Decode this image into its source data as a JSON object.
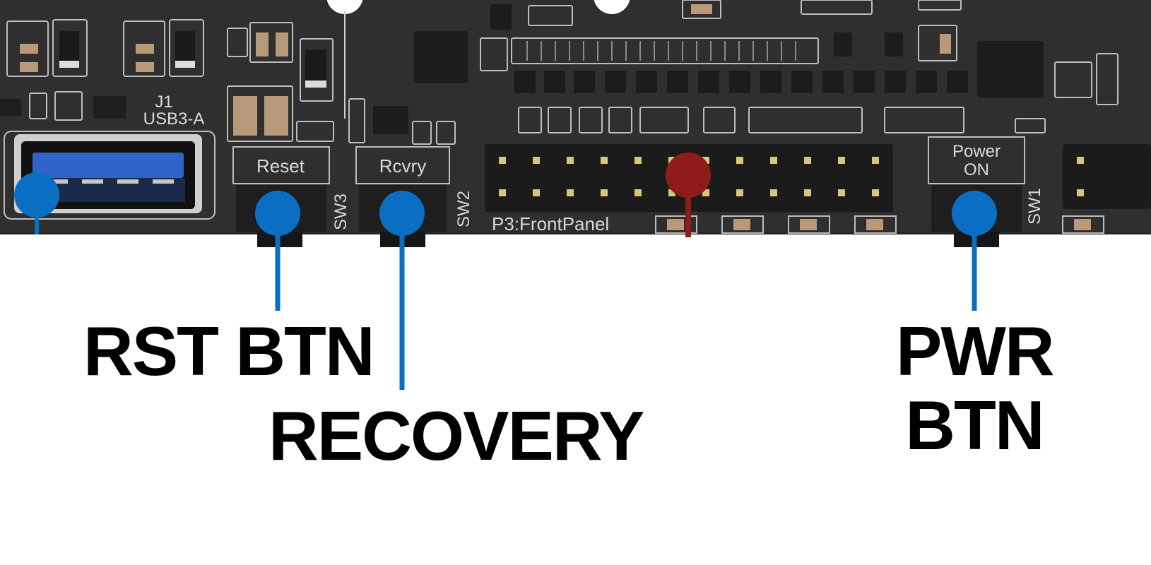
{
  "board": {
    "usb_ref": "J1",
    "usb_type": "USB3-A",
    "reset_label": "Reset",
    "recovery_label": "Rcvry",
    "power_label_1": "Power",
    "power_label_2": "ON",
    "sw3": "SW3",
    "sw2": "SW2",
    "sw1": "SW1",
    "header_label": "P3:FrontPanel"
  },
  "callouts": {
    "reset": "RST BTN",
    "recovery": "RECOVERY",
    "power_1": "PWR",
    "power_2": "BTN"
  },
  "colors": {
    "pcb": "#2f2f2f",
    "silkscreen": "#d9d9d9",
    "blue_callout": "#0a6fc2",
    "red_callout": "#8e1c18",
    "usb_blue": "#2f63c8",
    "pin_gold": "#d8c77a"
  }
}
